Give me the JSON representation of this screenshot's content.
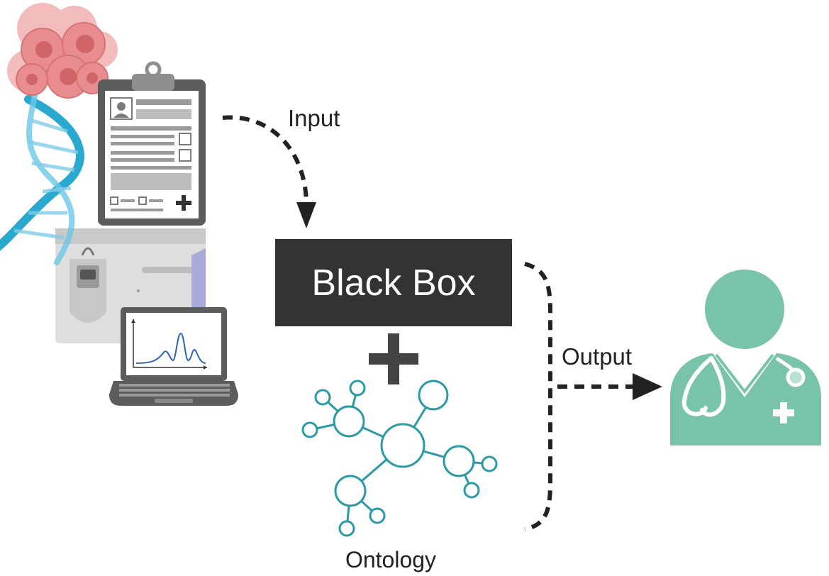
{
  "labels": {
    "input": "Input",
    "black_box": "Black Box",
    "output": "Output",
    "ontology": "Ontology"
  },
  "colors": {
    "black_box_fill": "#333333",
    "black_box_text": "#ffffff",
    "ontology_stroke": "#2a9aa6",
    "doctor_green": "#79c4a8",
    "dna_blue": "#29a9cf",
    "cells_pink": "#e88c8f",
    "clipboard_frame": "#5c5c5c",
    "arrow_color": "#222222"
  },
  "icons": {
    "cells": "cancer-cells-icon",
    "dna": "dna-helix-icon",
    "clipboard": "medical-record-clipboard-icon",
    "sequencer": "sequencing-machine-icon",
    "laptop": "laptop-chart-icon",
    "ontology": "ontology-network-icon",
    "doctor": "doctor-icon",
    "plus": "plus-icon"
  }
}
